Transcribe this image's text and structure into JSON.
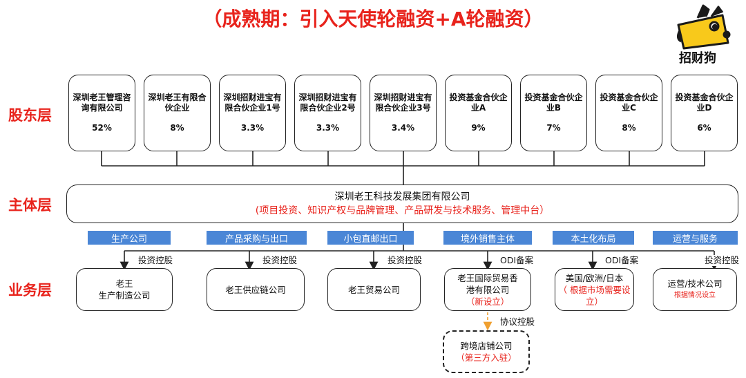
{
  "title": "（成熟期：引入天使轮融资+A轮融资）",
  "logo": {
    "text": "招财狗",
    "colors": {
      "dog": "#f8c91b",
      "outline": "#1a1a1a"
    }
  },
  "colors": {
    "accent": "#e8231c",
    "category_fill": "#4a86d6"
  },
  "layers": {
    "shareholder": "股东层",
    "main": "主体层",
    "business": "业务层"
  },
  "shareholders": [
    {
      "name": "深圳老王管理咨询有限公司",
      "percent": "52%"
    },
    {
      "name": "深圳老王有限合伙企业",
      "percent": "8%"
    },
    {
      "name": "深圳招财进宝有限合伙企业1号",
      "percent": "3.3%"
    },
    {
      "name": "深圳招财进宝有限合伙企业2号",
      "percent": "3.3%"
    },
    {
      "name": "深圳招财进宝有限合伙企业3号",
      "percent": "3.4%"
    },
    {
      "name": "投资基金合伙企业A",
      "percent": "9%"
    },
    {
      "name": "投资基金合伙企业B",
      "percent": "7%"
    },
    {
      "name": "投资基金合伙企业C",
      "percent": "8%"
    },
    {
      "name": "投资基金合伙企业D",
      "percent": "6%"
    }
  ],
  "main_entity": {
    "name": "深圳老王科技发展集团有限公司",
    "sub": "(项目投资、知识产权与品牌管理、产品研发与技术服务、管理中台）"
  },
  "categories": [
    "生产公司",
    "产品采购与出口",
    "小包直邮出口",
    "境外销售主体",
    "本土化布局",
    "运营与服务"
  ],
  "relations": [
    "投资控股",
    "投资控股",
    "投资控股",
    "ODI备案",
    "ODI备案",
    "投资控股"
  ],
  "businesses": [
    {
      "line1": "老王",
      "line2": "生产制造公司"
    },
    {
      "line1": "老王供应链公司"
    },
    {
      "line1": "老王贸易公司"
    },
    {
      "line1": "老王国际贸易香",
      "line2": "港有限公司",
      "note": "（新设立）"
    },
    {
      "line1": "美国/欧洲/日本",
      "note": "（ 根据市场需要设立）"
    },
    {
      "line1": "运营/技术公司",
      "note": "根据情况设立"
    }
  ],
  "sub_relation": "协议控股",
  "sub_business": {
    "name": "跨境店铺公司",
    "note": "（第三方入驻）"
  }
}
